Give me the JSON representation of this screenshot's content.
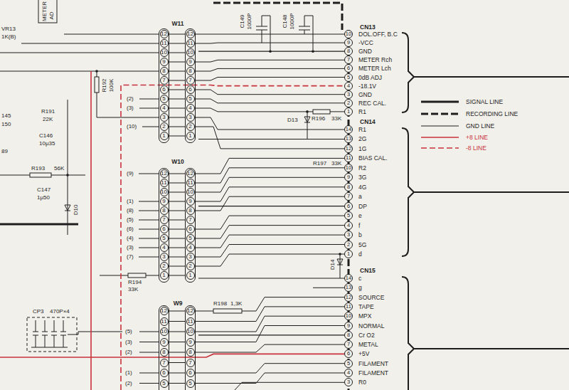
{
  "diagram": {
    "nodes": [
      {
        "text": [
          "W11",
          "12",
          "12",
          "11",
          "11",
          "10",
          "10",
          "9",
          "9",
          "8",
          "8",
          "7",
          "7",
          "6",
          "6",
          "5",
          "5",
          "4",
          "4",
          "3",
          "3",
          "2",
          "2",
          "1",
          "1"
        ]
      },
      {
        "text": [
          "CN13",
          "10",
          "DOL.OFF, B.C",
          "9",
          "-VCC",
          "8",
          "GND",
          "7",
          "METER Rch",
          "6",
          "METER Lch",
          "5",
          "0dB ADJ",
          "4",
          "-18.1V",
          "3",
          "GND",
          "2",
          "REC CAL.",
          "1",
          "R1"
        ]
      },
      {
        "text": [
          "CN14",
          "14",
          "R1",
          "13",
          "2G",
          "12",
          "1G",
          "11",
          "BIAS CAL.",
          "10",
          "R2",
          "9",
          "3G",
          "8",
          "4G",
          "7",
          "a",
          "6",
          "DP",
          "5",
          "e",
          "4",
          "f",
          "3",
          "b",
          "2",
          "5G",
          "1",
          "d"
        ]
      },
      {
        "text": [
          "W10",
          "12",
          "12",
          "11",
          "11",
          "10",
          "10",
          "9",
          "9",
          "8",
          "8",
          "7",
          "7",
          "6",
          "6",
          "5",
          "5",
          "4",
          "4",
          "3",
          "3",
          "2",
          "2",
          "1",
          "1"
        ]
      },
      {
        "text": [
          "CN15",
          "14",
          "c",
          "13",
          "g",
          "12",
          "SOURCE",
          "11",
          "TAPE",
          "10",
          "MPX",
          "9",
          "NORMAL",
          "8",
          "Cr O2",
          "7",
          "METAL",
          "6",
          "+5V",
          "5",
          "FILAMENT",
          "4",
          "FILAMENT",
          "3",
          "R0"
        ]
      },
      {
        "text": [
          "W9",
          "12",
          "12",
          "11",
          "11",
          "10",
          "10",
          "9",
          "9",
          "8",
          "8",
          "7",
          "7",
          "6",
          "6",
          "5",
          "5"
        ]
      }
    ],
    "edges": [
      {
        "from": 0,
        "to": 1,
        "arrow": "none"
      },
      {
        "from": 0,
        "to": 2,
        "arrow": "none"
      },
      {
        "from": 3,
        "to": 2,
        "arrow": "none"
      },
      {
        "from": 3,
        "to": 4,
        "arrow": "none"
      },
      {
        "from": 5,
        "to": 4,
        "arrow": "none"
      }
    ],
    "labels": [
      "METER",
      "AD",
      "VR13",
      "1K(B)",
      "C149",
      "1000P",
      "C148",
      "1000P",
      "R192",
      "100K",
      "(2)",
      "(3)",
      "145",
      "150",
      "R191",
      "22K",
      "C146",
      "10μ35",
      "(10)",
      "89",
      "R193",
      "56K",
      "C147",
      "1μ50",
      "D10",
      "R196",
      "33K",
      "D13",
      "R197",
      "33K",
      "(9)",
      "(1)",
      "(8)",
      "(5)",
      "(6)",
      "(4)",
      "(3)",
      "(7)",
      "R194",
      "33K",
      "D14",
      "R198",
      "1,3K",
      "CP3",
      "470P×4",
      "(5)",
      "(3)",
      "(2)",
      "(1)",
      "(2)"
    ],
    "legend": [
      {
        "text": "SIGNAL LINE"
      },
      {
        "text": "RECORDING LINE"
      },
      {
        "text": "GND LINE"
      },
      {
        "text": "+8 LINE"
      },
      {
        "text": "-8 LINE"
      }
    ]
  }
}
